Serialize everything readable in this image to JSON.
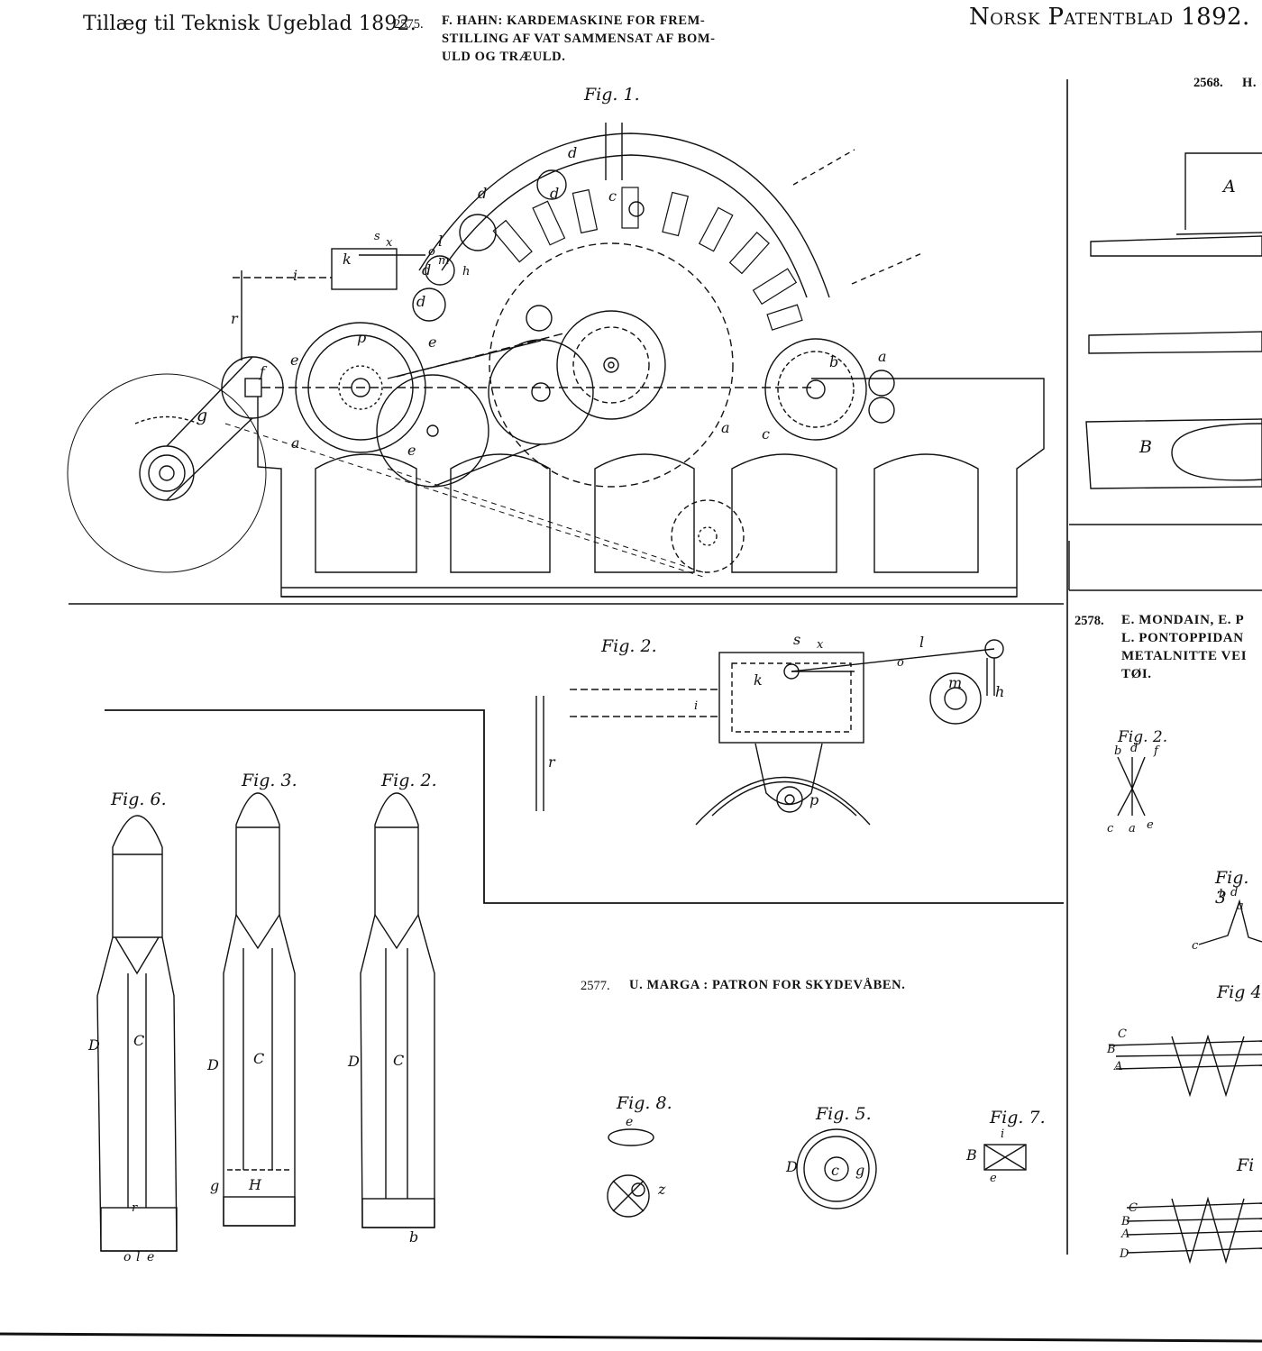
{
  "header": {
    "left": "Tillæg til Teknisk Ugeblad 1892.",
    "right_sc": "Norsk Patentblad",
    "right_year": "1892."
  },
  "patents": {
    "p2575": {
      "number": "2575.",
      "title_l1": "F. HAHN:  KARDEMASKINE FOR FREM-",
      "title_l2": "STILLING AF VAT SAMMENSAT AF BOM-",
      "title_l3": "ULD OG TRÆULD."
    },
    "p2568": {
      "number": "2568.",
      "title": "H."
    },
    "p2577": {
      "number": "2577.",
      "title": "U. MARGA :  PATRON FOR SKYDEVÅBEN."
    },
    "p2578": {
      "number": "2578.",
      "title_l1": "E. MONDAIN, E. P",
      "title_l2": "L.  PONTOPPIDAN",
      "title_l3": "METALNITTE  VEI",
      "title_l4": "TØI."
    }
  },
  "figures": {
    "f2575_1": "Fig. 1.",
    "f2575_2": "Fig. 2.",
    "f2577_6": "Fig. 6.",
    "f2577_3": "Fig. 3.",
    "f2577_2": "Fig. 2.",
    "f2577_8": "Fig. 8.",
    "f2577_5": "Fig. 5.",
    "f2577_7": "Fig. 7.",
    "f2578_2": "Fig. 2.",
    "f2578_3": "Fig. 3",
    "f2578_4": "Fig 4",
    "f2578_5": "Fi"
  },
  "labels": {
    "fig1": [
      "d",
      "d",
      "d",
      "c",
      "l",
      "d",
      "d",
      "k",
      "s",
      "x",
      "i",
      "r",
      "f",
      "p",
      "e",
      "e",
      "g",
      "a",
      "e",
      "a",
      "c",
      "b",
      "a",
      "m",
      "h",
      "o"
    ],
    "fig2": [
      "s",
      "x",
      "l",
      "o",
      "k",
      "m",
      "h",
      "i",
      "r",
      "p"
    ],
    "cart": [
      "D",
      "C",
      "D",
      "C",
      "D",
      "C",
      "H",
      "g",
      "r",
      "o",
      "l",
      "e",
      "b",
      "e",
      "z",
      "D",
      "c",
      "g",
      "B",
      "i",
      "e"
    ],
    "p2568": [
      "A",
      "B"
    ],
    "p2578": [
      "b",
      "d",
      "f",
      "c",
      "a",
      "e",
      "b",
      "d",
      "a",
      "c",
      "C",
      "B",
      "A",
      "C",
      "B",
      "A",
      "D"
    ]
  }
}
